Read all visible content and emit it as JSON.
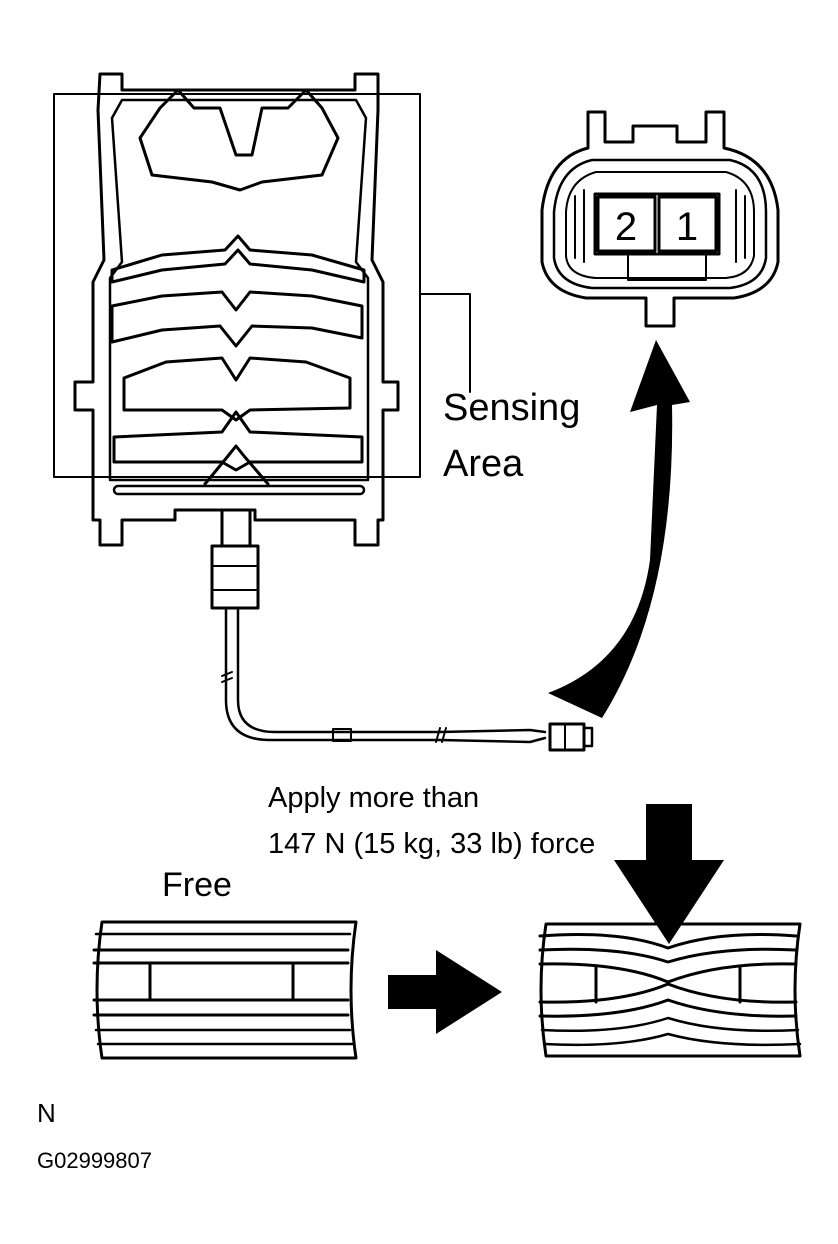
{
  "labels": {
    "sensing_line1": "Sensing",
    "sensing_line2": "Area",
    "apply_line1": "Apply more than",
    "apply_line2": "147 N (15 kg, 33 lb) force",
    "free": "Free",
    "n_mark": "N",
    "figure_code": "G02999807"
  },
  "connector": {
    "pin_left": "2",
    "pin_right": "1"
  }
}
